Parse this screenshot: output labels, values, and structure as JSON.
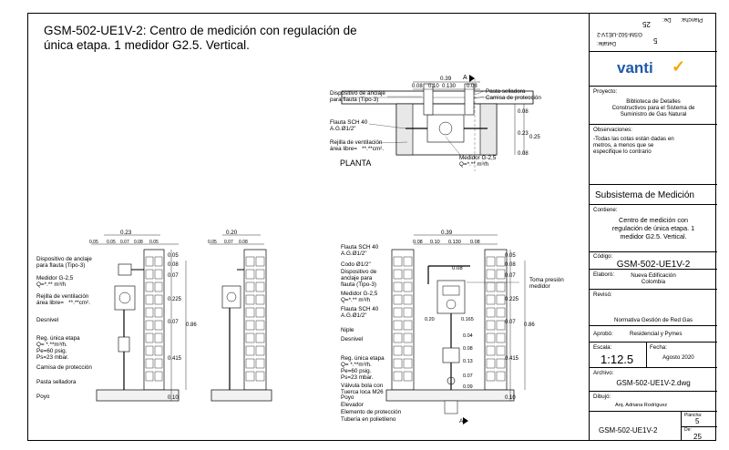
{
  "title": {
    "line1": "GSM-502-UE1V-2: Centro de medición con regulación de",
    "line2": "única etapa.  1 medidor G2.5. Vertical."
  },
  "plan": {
    "section_marker_top": "A",
    "section_marker_bottom": "A'",
    "dims_top": {
      "total": "0.39",
      "d1": "0.08",
      "d2": "0.10",
      "d3": "0.130",
      "d4": "0.08"
    },
    "dims_right": {
      "a": "0.08",
      "b": "0.23",
      "c": "0.25",
      "d": "0.08"
    },
    "labels": {
      "dispositivo": "Dispositivo de anclaje\npara flauta (Tipo-3)",
      "pasta": "Pasta selladora",
      "camisa": "Camisa de protección",
      "flauta": "Flauta SCH 40\nA.G.Ø1/2\"",
      "rejilla": "Rejilla de ventilación\nárea libre=   **.**cm².",
      "medidor": "Medidor G-2,5\nQ=*.** m³/h",
      "planta": "PLANTA"
    }
  },
  "left_elev": {
    "dims_top": {
      "total": "0.23",
      "a": "0.05",
      "b": "0.05",
      "c": "0.07",
      "d": "0.08",
      "e": "0.05"
    },
    "dims_right": [
      "0.05",
      "0.08",
      "0.07",
      "0.225",
      "0.07",
      "0.415",
      "0.10"
    ],
    "dim_total": "0.86",
    "labels": {
      "dispositivo": "Dispositivo de anclaje\npara flauta (Tipo-3)",
      "medidor": "Medidor G-2,5\nQ=*.** m³/h",
      "rejilla": "Rejilla de ventilación\nárea libre=   **.**cm².",
      "desnivel": "Desnivel",
      "reg": "Reg. única etapa\nQ= *.**m³/h.\nPe=60 psig.\nPs=23 mbar.",
      "camisa": "Camisa de protección",
      "pasta": "Pasta selladora",
      "poyo": "Poyo"
    }
  },
  "mid_elev": {
    "dims_top": {
      "total": "0.20",
      "a": "0.05",
      "b": "0.07",
      "c": "0.08"
    }
  },
  "right_elev": {
    "dims_top": {
      "total": "0.39",
      "d1": "0.08",
      "d2": "0.10",
      "d3": "0.130",
      "d4": "0.08"
    },
    "dims_right": [
      "0.05",
      "0.08",
      "0.07",
      "0.225",
      "0.07",
      "0.415",
      "0.10"
    ],
    "dim_total": "0.86",
    "inner_dims": [
      "0.08",
      "0.20",
      "0.165",
      "0.04",
      "0.08",
      "0.13",
      "0.07",
      "0.09"
    ],
    "toma": "Toma presión\nmedidor",
    "labels": {
      "flauta_top": "Flauta SCH 40\nA.G.Ø1/2\"",
      "codo": "Codo Ø1/2\"",
      "dispositivo": "Dispositivo de\nanclaje para\nflauta (Tipo-3)",
      "medidor": "Medidor G-2,5\nQ=*.** m³/h",
      "flauta2": "Flauta SCH 40\nA.G.Ø1/2\"",
      "niple": "Niple",
      "desnivel": "Desnivel",
      "reg": "Reg. única etapa\nQ= *.**m³/h.\nPe=60 psig.\nPs=23 mbar.",
      "valvula": "Válvula bola con\nTuerca loca M26",
      "poyo": "Poyo",
      "elevador": "Elevador",
      "elemento": "Elemento de protección",
      "tuberia": "Tubería en polietileno"
    }
  },
  "title_block": {
    "top_detalle_label": "Detalle:",
    "top_detalle_value": "GSM-502-UE1V-2",
    "top_plancha_label": "Plancha:",
    "top_plancha_value": "5",
    "top_de_label": "De:",
    "top_de_value": "25",
    "logo": "vanti",
    "proyecto_label": "Proyecto:",
    "proyecto_value": "Biblioteca de Detalles\nConstructivos para el Sistema de\nSuministro de Gas Natural",
    "obs_label": "Observaciones:",
    "obs_value": "-Todas las cotas están dadas en\nmetros, a menos que se\nespecifique lo contrario",
    "subsistema": "Subsistema de Medición",
    "contiene_label": "Contiene:",
    "contiene_value": "Centro de medición con\nregulación de única etapa. 1\nmedidor G2.5. Vertical.",
    "codigo_label": "Código:",
    "codigo_value": "GSM-502-UE1V-2",
    "elaboro_label": "Elaboró:",
    "elaboro_value": "Nueva Edificación\nColombia",
    "reviso_label": "Revisó:",
    "reviso_value": "Normativa Gestión de Red Gas",
    "aprobo_label": "Aprobó:",
    "aprobo_value": "Residencial y Pymes",
    "escala_label": "Escala:",
    "escala_value": "1:12.5",
    "fecha_label": "Fecha:",
    "fecha_value": "Agosto 2020",
    "archivo_label": "Archivo:",
    "archivo_value": "GSM-502-UE1V-2.dwg",
    "dibujo_label": "Dibujó:",
    "dibujo_value": "Arq. Adriana Rodríguez",
    "bottom_code": "GSM-502-UE1V-2",
    "plancha_label": "Plancha:",
    "plancha_value": "5",
    "de_label": "De:",
    "de_value": "25"
  },
  "colors": {
    "accent": "#f2a900",
    "logo_blue": "#1f5aa8",
    "line": "#000000"
  }
}
